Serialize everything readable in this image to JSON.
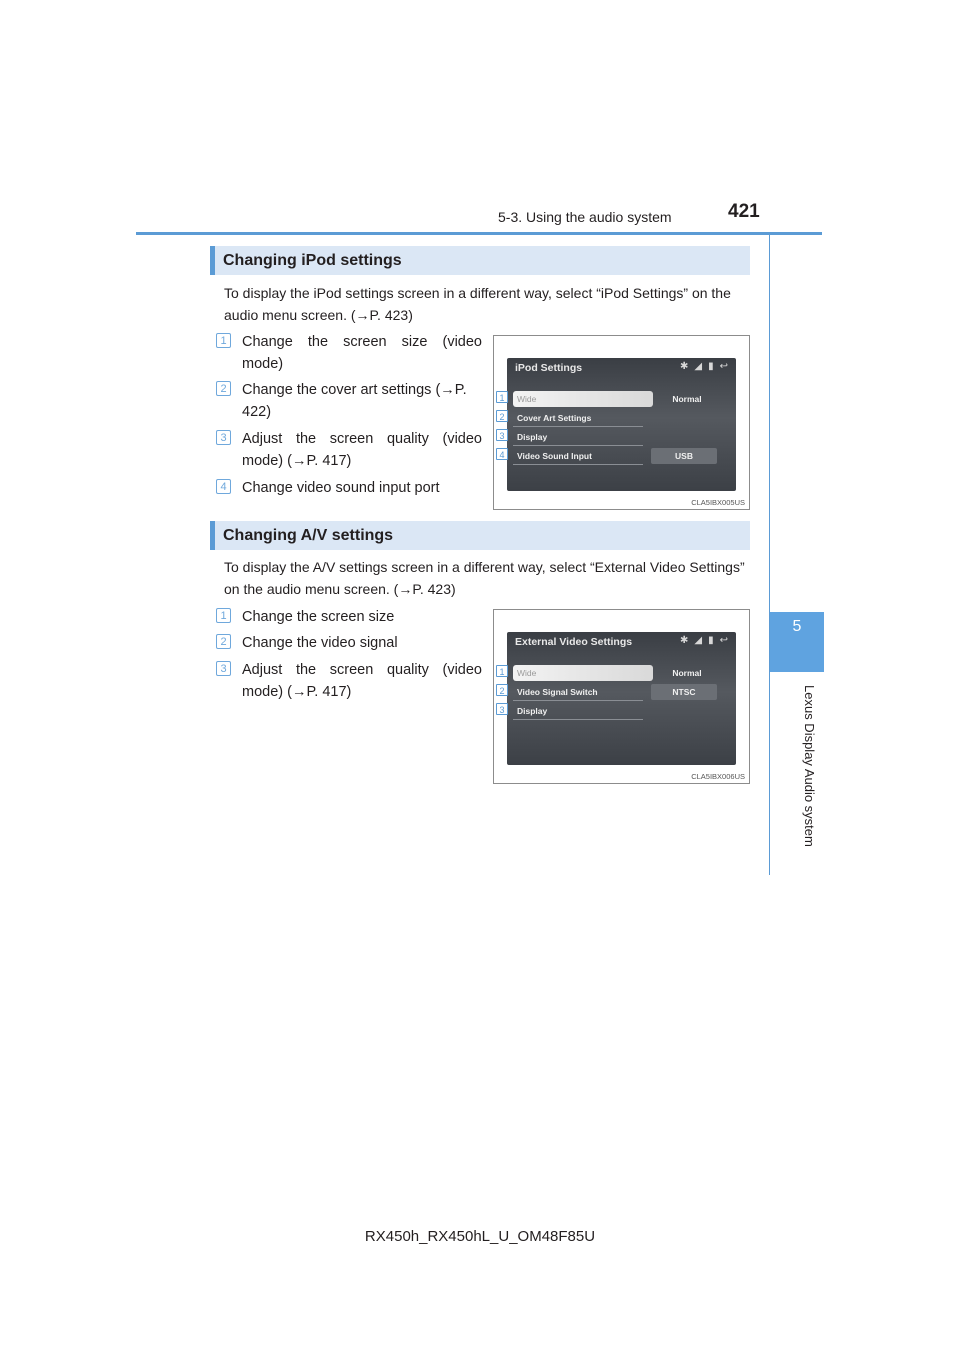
{
  "header": {
    "section": "5-3. Using the audio system",
    "page_number": "421"
  },
  "side_tab": {
    "number": "5",
    "label": "Lexus Display Audio system"
  },
  "ipod": {
    "heading": "Changing iPod settings",
    "intro": "To display the iPod settings screen in a different way, select “iPod Settings” on the audio menu screen. (→P. 423)",
    "items": [
      {
        "num": "1",
        "text": "Change the screen size (video mode)"
      },
      {
        "num": "2",
        "text": "Change the cover art settings (→P. 422)"
      },
      {
        "num": "3",
        "text": "Adjust the screen quality (video mode) (→P. 417)"
      },
      {
        "num": "4",
        "text": "Change video sound input port"
      }
    ],
    "screen": {
      "title": "iPod Settings",
      "rows": [
        "Wide",
        "Cover Art Settings",
        "Display",
        "Video Sound Input"
      ],
      "value_normal": "Normal",
      "value_usb": "USB",
      "callouts": [
        "1",
        "2",
        "3",
        "4"
      ],
      "caption": "CLA5IBX005US"
    }
  },
  "av": {
    "heading": "Changing A/V settings",
    "intro": "To display the A/V settings screen in a different way, select “External Video Settings” on the audio menu screen. (→P. 423)",
    "items": [
      {
        "num": "1",
        "text": "Change the screen size"
      },
      {
        "num": "2",
        "text": "Change the video signal"
      },
      {
        "num": "3",
        "text": "Adjust the screen quality (video mode) (→P. 417)"
      }
    ],
    "screen": {
      "title": "External Video Settings",
      "rows": [
        "Wide",
        "Video Signal Switch",
        "Display"
      ],
      "value_normal": "Normal",
      "value_ntsc": "NTSC",
      "callouts": [
        "1",
        "2",
        "3"
      ],
      "caption": "CLA5IBX006US"
    }
  },
  "footer": {
    "model": "RX450h_RX450hL_U_OM48F85U"
  }
}
